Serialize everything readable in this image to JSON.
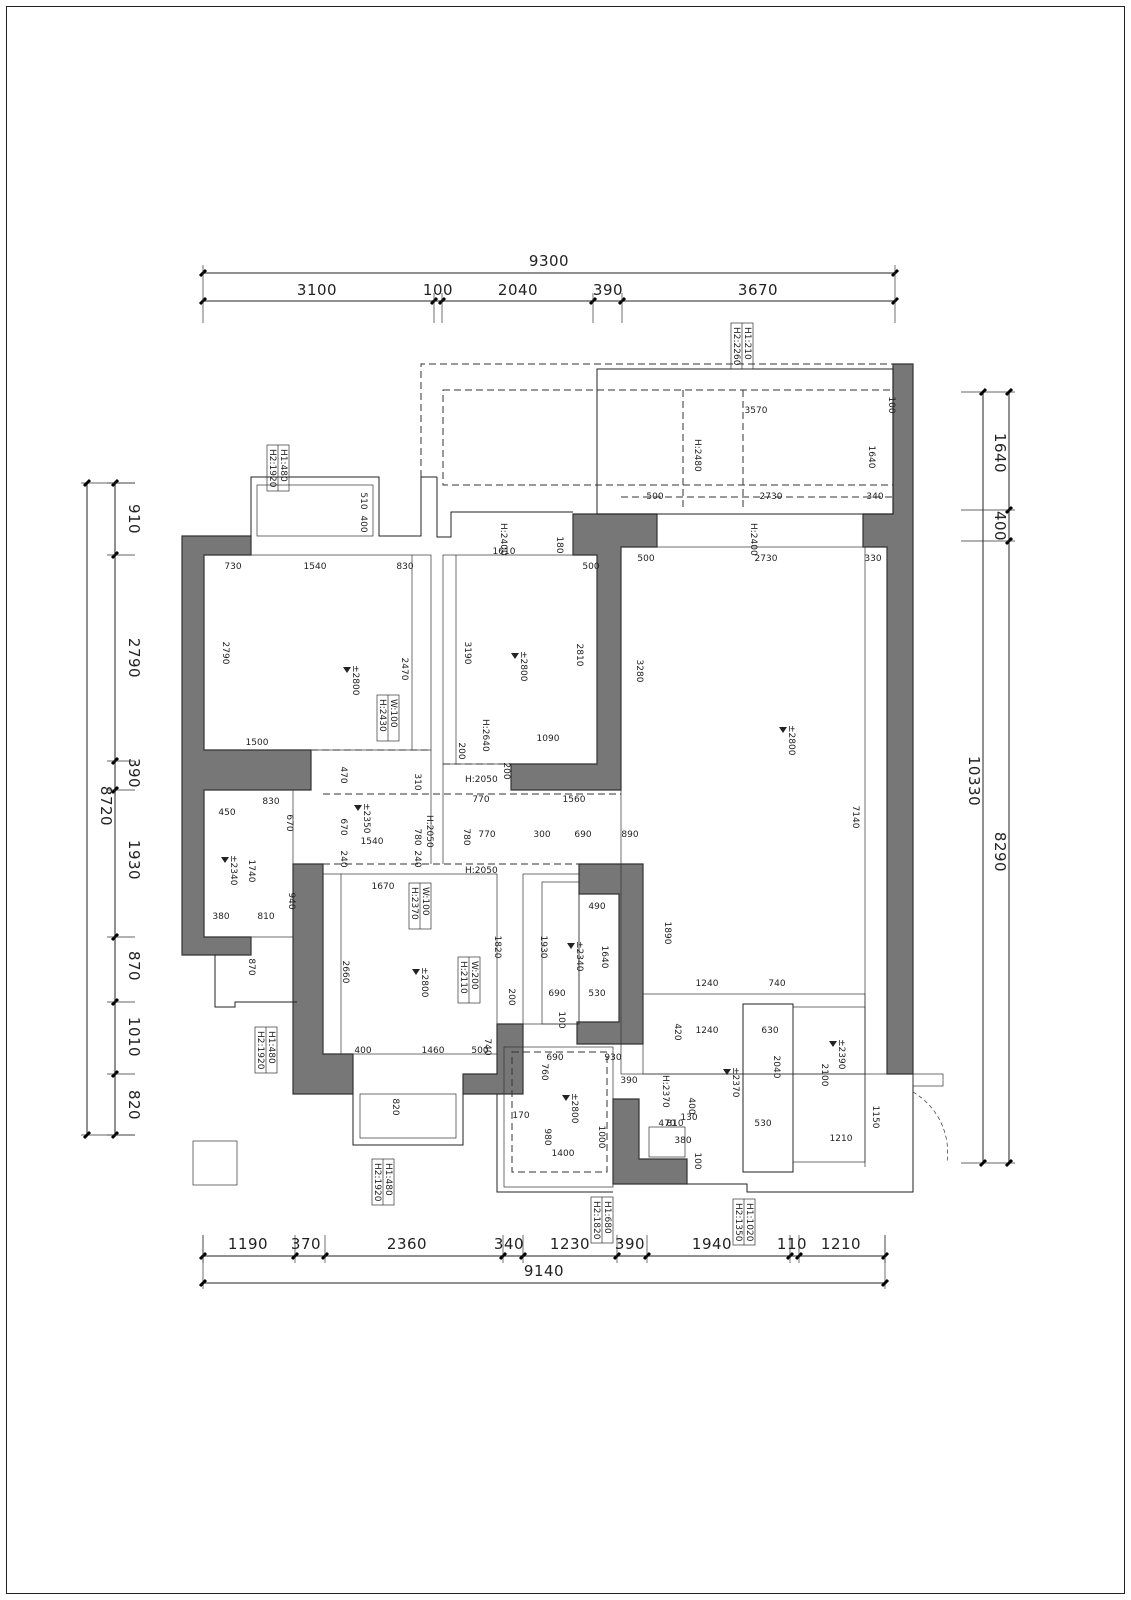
{
  "dims": {
    "top_total": "9300",
    "top": [
      "3100",
      "100",
      "2040",
      "390",
      "3670"
    ],
    "bottom": [
      "1190",
      "370",
      "2360",
      "340",
      "1230",
      "390",
      "1940",
      "110",
      "1210"
    ],
    "bottom_total": "9140",
    "left": [
      "910",
      "2790",
      "390",
      "1930",
      "870",
      "1010",
      "820"
    ],
    "left_total": "8720",
    "right": [
      "1640",
      "400",
      "8290"
    ],
    "right_total": "10330"
  },
  "tags": [
    {
      "lines": [
        "H2:1920",
        "H1:480"
      ]
    },
    {
      "lines": [
        "H2:2260",
        "H1:210"
      ]
    },
    {
      "lines": [
        "H:2430",
        "W:100"
      ]
    },
    {
      "lines": [
        "H:2370",
        "W:100"
      ]
    },
    {
      "lines": [
        "H:2110",
        "W:200"
      ]
    },
    {
      "lines": [
        "H2:1920",
        "H1:480"
      ]
    },
    {
      "lines": [
        "H2:1920",
        "H1:480"
      ]
    },
    {
      "lines": [
        "H2:1820",
        "H1:680"
      ]
    },
    {
      "lines": [
        "H2:1350",
        "H1:1020"
      ]
    }
  ],
  "levels": [
    "±2800",
    "±2800",
    "±2800",
    "±2350",
    "±2340",
    "±2800",
    "±2340",
    "±2800",
    "±2370",
    "±2390"
  ],
  "heights": [
    "H:2400",
    "H:2400",
    "H:2480",
    "H:2640",
    "H:2050",
    "H:2050",
    "H:2050",
    "H:2370"
  ],
  "room_dims": [
    "730",
    "1540",
    "830",
    "2790",
    "2470",
    "1500",
    "510",
    "400",
    "1610",
    "180",
    "500",
    "3190",
    "2810",
    "1090",
    "200",
    "200",
    "500",
    "2730",
    "330",
    "3280",
    "7140",
    "3570",
    "100",
    "1640",
    "500",
    "2730",
    "340",
    "470",
    "310",
    "770",
    "1560",
    "670",
    "780",
    "780",
    "1540",
    "240",
    "240",
    "830",
    "450",
    "670",
    "1740",
    "380",
    "810",
    "940",
    "870",
    "1670",
    "2660",
    "400",
    "1460",
    "500",
    "820",
    "1820",
    "200",
    "740",
    "770",
    "300",
    "690",
    "890",
    "1930",
    "490",
    "1640",
    "690",
    "530",
    "1890",
    "100",
    "690",
    "930",
    "760",
    "390",
    "980",
    "1400",
    "1000",
    "170",
    "1240",
    "740",
    "420",
    "1240",
    "630",
    "810",
    "530",
    "2040",
    "470",
    "130",
    "400",
    "380",
    "100",
    "2100",
    "1150",
    "1210"
  ]
}
